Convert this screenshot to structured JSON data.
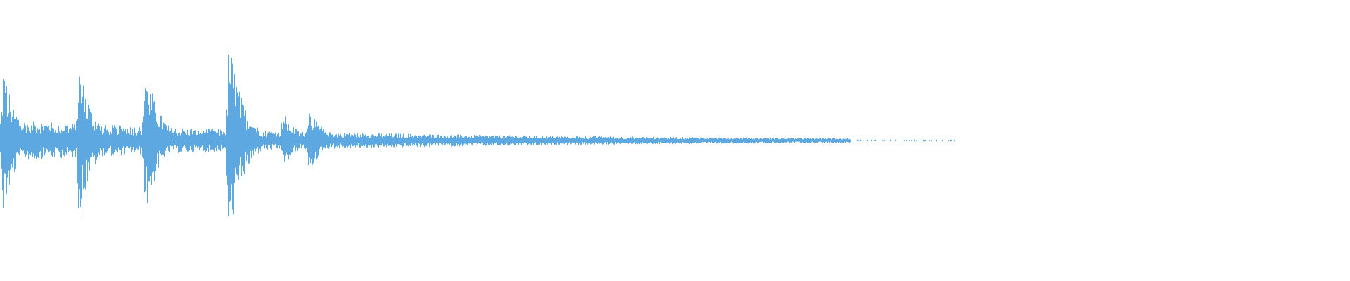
{
  "waveform": {
    "color": "#5DA8E0",
    "background": "#FFFFFF",
    "channels": 1,
    "audible_extent_fraction": 0.71,
    "transients": [
      {
        "at": 0.002,
        "peak": 0.68
      },
      {
        "at": 0.058,
        "peak": 0.72
      },
      {
        "at": 0.107,
        "peak": 0.72
      },
      {
        "at": 0.169,
        "peak": 0.97
      },
      {
        "at": 0.209,
        "peak": 0.28
      },
      {
        "at": 0.228,
        "peak": 0.32
      }
    ],
    "tail_decay": "exponential"
  }
}
